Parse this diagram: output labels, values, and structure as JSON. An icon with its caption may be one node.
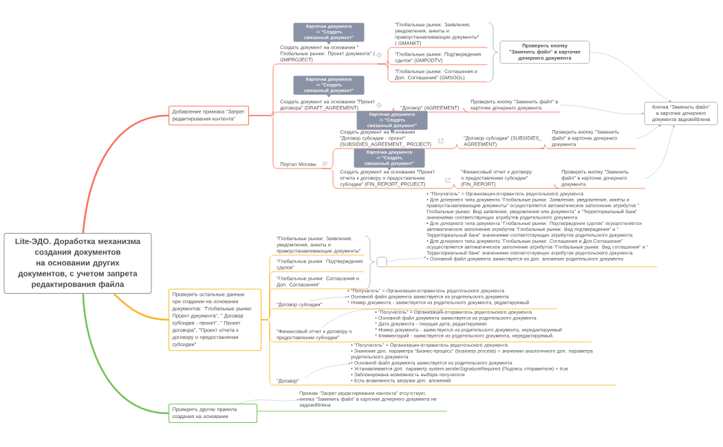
{
  "diagram": {
    "nodes": [
      {
        "text": [
          "Lite-ЭДО.  Доработка механизма создания документов на основании других документов, с учетом запрета редактирования файла"
        ]
      },
      {
        "text": [
          "Добавление признака \"Запрет редактирования контента\""
        ]
      },
      {
        "text": [
          "Карточка документа -> \"Создать связанный документ\""
        ]
      },
      {
        "text": [
          "Создать документ на основании \" Глобальные рынки: Проект документа\" ( GMPROJECT)"
        ]
      },
      {
        "text": [
          "\"Глобальные рынки: Заявления, уведомления, анкеты и правоустанавливающие документы\" ( GMANKT)"
        ]
      },
      {
        "text": [
          "\"Глобальные рынки: Подтверждения сделок\" (GMPODTV)"
        ]
      },
      {
        "text": [
          "\"Глобальные рынки: Соглашения и Доп. Соглашения\" (GMSOGL)"
        ]
      },
      {
        "text": [
          "Проверить кнопку \"Заменить файл\" в карточке дочернего документа"
        ]
      },
      {
        "text": [
          "Карточка документа -> \"Создать связанный документ\""
        ]
      },
      {
        "text": [
          "Создать документ на основании \"Проект договора\" (DRAFT_AGREEMENT)"
        ]
      },
      {
        "text": [
          "\"Договор\" (AGREEMENT)"
        ]
      },
      {
        "text": [
          "Проверить кнопку \"Заменить файл\" в карточке дочернего документа"
        ]
      },
      {
        "text": [
          "Карточка документа -> \"Создать связанный документ\""
        ]
      },
      {
        "text": [
          "Создать документ на основании \"Договор субсидии - проект\" (SUBSIDIES_AGREEMENT_ PROJECT)"
        ]
      },
      {
        "text": [
          "\"Договор субсидии\" (SUBSIDIES_ AGREEMENT)"
        ]
      },
      {
        "text": [
          "Проверить кнопку \"Заменить файл\" в карточке дочернего документа"
        ]
      },
      {
        "text": [
          "Портал Москвы"
        ]
      },
      {
        "text": [
          "Карточка документа -> \"Создать связанный документ\""
        ]
      },
      {
        "text": [
          "Создать документ на основании \"Проект отчета к договору о предоставлении субсидии\" (FIN_REPORT_PROJECT)"
        ]
      },
      {
        "text": [
          "\"Финансовый отчет к договору о предоставлении субсидии\" (FIN_REPORT)"
        ]
      },
      {
        "text": [
          "Проверить кнопку \"Заменить файл\" в карточке дочернего документа"
        ]
      },
      {
        "text": [
          "Кнопка \"Заменить файл\" в карточке дочернего документа задизейблена"
        ]
      },
      {
        "text": [
          "Проверить остальные данные при создании на основании документов: \"Глобальные рынки: Проект документа\", \" Договор субсидии - проект\", \" Проект договора\", \"Проект отчета к договору о предоставлении субсидии\""
        ]
      },
      {
        "text": [
          "\"Глобальные рынки: Заявления, уведомления, анкеты и правоустанавливающие документы\""
        ]
      },
      {
        "text": [
          "\"Глобальные рынки: Подтверждения сделок\""
        ]
      },
      {
        "text": [
          "\"Глобальные рынки: Соглашения и Доп. Соглашения\""
        ]
      },
      {
        "text": [],
        "shape": "box"
      },
      {
        "text": [
          "• \"Получатель\" = Организация-отправитель родительского документа",
          "• Для дочернего типа документа \"Глобальные рынки: Заявления, уведомления, анкеты и правоустанавливающие документы\" осуществляется автоматическое заполнение атрибутов \" Глобальные рынки: Вид заявления, уведомления или документа\" и \"Территориальный банк\" значениями соответствующих атрибутов родительского документа",
          "• Для дочернего типа документа \"Глобальные рынки: Подтверждения сделок\" осуществляется автоматическое заполнение атрибутов \"Глобальные рынки: Вид подтверждения\" и \" Территориальный банк\" значениями соответствующих атрибутов родительского документа",
          "• Для дочернего типа документа \"Глобальные рынки: Соглашения и Доп.Соглашения\" осуществляется автоматическое заполнение атрибутов \"Глобальные рынки: Вид соглашения\" и \" Территориальный банк\" значениями соответствующих атрибутов родительского документа",
          "• Основной файл документа заимствуется из доп. вложения родительского документа"
        ]
      },
      {
        "text": [
          "\"Договор субсидии\""
        ]
      },
      {
        "text": [
          "• \"Получатель\" = Организация-отправитель родительского документа",
          "• Основной файл документа заимствуется из родительского документа",
          "* Номер документа - заимствуется из родительского документа, редактируемый"
        ]
      },
      {
        "text": [
          "\"Финансовый отчет к договору о предоставлении субсидии\""
        ]
      },
      {
        "text": [
          "• \"Получатель\" = Организация-отправитель родительского документа",
          "• Основной файл документа заимствуется из родительского документа",
          "* Дата документа - текущая дата, редактируемая",
          "* Номер документа - заимствуется из родительского документа, нередактируемый",
          "* Комментарий - заимствуется из родительского документа, нередактируемый."
        ]
      },
      {
        "text": [
          "\"Договор\""
        ]
      },
      {
        "text": [
          "• \"Получатель\" = Организация-отправитель родительского документа",
          "• Значение доп. параметра \"Бизнес-процесс\" (business process) = значению аналогичного доп. параметра родительского документа",
          "• Основной файл документа заимствуется из родительского документа",
          "• Устанавливается доп. параметр system.senderSignatureRequired (Подпись отправителя) = true",
          "• Заблокирована возможность выбора получателя",
          "• Есть возможность загрузки доп. вложений"
        ]
      },
      {
        "text": [
          "Проверить другие правила создания на основании"
        ]
      },
      {
        "text": [
          "Признак \"Запрет редактирования контента\" отсутствует, кнопка \"Заменить файл\" в карточке дочернего документа не задизейблена"
        ]
      }
    ],
    "edges": [
      {
        "from": 0,
        "to": 1,
        "arrow": "none",
        "style": "thick",
        "color": "#f7735f"
      },
      {
        "from": 0,
        "to": 22,
        "arrow": "none",
        "style": "thick",
        "color": "#fbb731"
      },
      {
        "from": 0,
        "to": 34,
        "arrow": "none",
        "style": "thick",
        "color": "#73c255"
      },
      {
        "from": 1,
        "to": 3,
        "arrow": "none",
        "color": "#f7735f"
      },
      {
        "from": 3,
        "to": 4,
        "arrow": "none",
        "color": "#f7735f"
      },
      {
        "from": 3,
        "to": 5,
        "arrow": "none",
        "color": "#f7735f"
      },
      {
        "from": 3,
        "to": 6,
        "arrow": "none",
        "color": "#f7735f"
      },
      {
        "from": 1,
        "to": 9,
        "arrow": "none",
        "color": "#f7735f"
      },
      {
        "from": 9,
        "to": 10,
        "arrow": "none",
        "color": "#f7735f"
      },
      {
        "from": 10,
        "to": 11,
        "arrow": "none",
        "color": "#f7735f"
      },
      {
        "from": 1,
        "to": 16,
        "arrow": "none",
        "color": "#f7735f"
      },
      {
        "from": 16,
        "to": 13,
        "arrow": "none",
        "color": "#f7735f"
      },
      {
        "from": 13,
        "to": 14,
        "arrow": "none",
        "color": "#f7735f"
      },
      {
        "from": 14,
        "to": 15,
        "arrow": "none",
        "color": "#f7735f"
      },
      {
        "from": 16,
        "to": 18,
        "arrow": "none",
        "color": "#f7735f"
      },
      {
        "from": 18,
        "to": 19,
        "arrow": "none",
        "color": "#f7735f"
      },
      {
        "from": 19,
        "to": 20,
        "arrow": "none",
        "color": "#f7735f"
      },
      {
        "from": 7,
        "to": 21,
        "arrow": "to",
        "style": "dashed",
        "color": "#8a94a8"
      },
      {
        "from": 11,
        "to": 21,
        "arrow": "to",
        "style": "dashed",
        "color": "#8a94a8"
      },
      {
        "from": 15,
        "to": 21,
        "arrow": "to",
        "style": "dashed",
        "color": "#8a94a8"
      },
      {
        "from": 20,
        "to": 21,
        "arrow": "to",
        "style": "dashed",
        "color": "#8a94a8"
      },
      {
        "from": 22,
        "to": 23,
        "arrow": "none",
        "color": "#fbb731"
      },
      {
        "from": 22,
        "to": 24,
        "arrow": "none",
        "color": "#fbb731"
      },
      {
        "from": 22,
        "to": 25,
        "arrow": "none",
        "color": "#fbb731"
      },
      {
        "from": 22,
        "to": 28,
        "arrow": "none",
        "color": "#fbb731"
      },
      {
        "from": 22,
        "to": 30,
        "arrow": "none",
        "color": "#fbb731"
      },
      {
        "from": 22,
        "to": 32,
        "arrow": "none",
        "color": "#fbb731"
      },
      {
        "from": 26,
        "to": 27,
        "arrow": "to",
        "style": "dashed",
        "color": "#8a94a8"
      },
      {
        "from": 28,
        "to": 29,
        "arrow": "to",
        "style": "dashed",
        "color": "#8a94a8"
      },
      {
        "from": 30,
        "to": 31,
        "arrow": "to",
        "style": "dashed",
        "color": "#8a94a8"
      },
      {
        "from": 32,
        "to": 33,
        "arrow": "to",
        "style": "dashed",
        "color": "#8a94a8"
      },
      {
        "from": 34,
        "to": 35,
        "arrow": "to",
        "style": "dashed",
        "color": "#8a94a8"
      }
    ]
  }
}
